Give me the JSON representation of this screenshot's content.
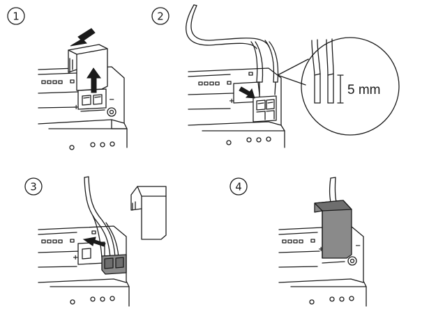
{
  "steps": [
    {
      "number": "1"
    },
    {
      "number": "2"
    },
    {
      "number": "3"
    },
    {
      "number": "4"
    }
  ],
  "callout": {
    "measurement": "5 mm"
  },
  "polarity": {
    "plus": "+",
    "minus": "−"
  }
}
